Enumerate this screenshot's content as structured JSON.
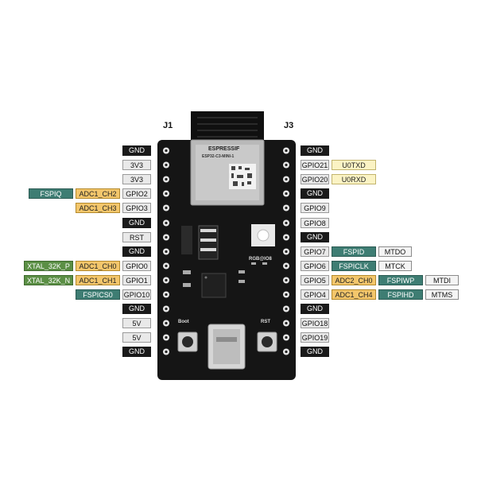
{
  "headers": {
    "left": "J1",
    "right": "J3"
  },
  "board": {
    "module_brand": "ESPRESSIF",
    "module_chip": "ESP32-C3-MINI-1",
    "rgb_label": "RGB@IO8",
    "boot_label": "Boot",
    "rst_label": "RST"
  },
  "pin_rows": [
    {
      "left": [
        [
          "GND",
          "gnd"
        ]
      ],
      "right": [
        [
          "GND",
          "gnd"
        ]
      ]
    },
    {
      "left": [
        [
          "3V3",
          "gpio"
        ]
      ],
      "right": [
        [
          "GPIO21",
          "gpio"
        ],
        [
          "U0TXD",
          "uart"
        ]
      ]
    },
    {
      "left": [
        [
          "3V3",
          "gpio"
        ]
      ],
      "right": [
        [
          "GPIO20",
          "gpio"
        ],
        [
          "U0RXD",
          "uart"
        ]
      ]
    },
    {
      "left": [
        [
          "FSPIQ",
          "fsp"
        ],
        [
          "ADC1_CH2",
          "adc"
        ],
        [
          "GPIO2",
          "gpio"
        ]
      ],
      "right": [
        [
          "GND",
          "gnd"
        ]
      ]
    },
    {
      "left": [
        [
          "ADC1_CH3",
          "adc"
        ],
        [
          "GPIO3",
          "gpio"
        ]
      ],
      "right": [
        [
          "GPIO9",
          "gpio"
        ]
      ]
    },
    {
      "left": [
        [
          "GND",
          "gnd"
        ]
      ],
      "right": [
        [
          "GPIO8",
          "gpio"
        ]
      ]
    },
    {
      "left": [
        [
          "RST",
          "gpio"
        ]
      ],
      "right": [
        [
          "GND",
          "gnd"
        ]
      ]
    },
    {
      "left": [
        [
          "GND",
          "gnd"
        ]
      ],
      "right": [
        [
          "GPIO7",
          "gpio"
        ],
        [
          "FSPID",
          "fsp"
        ],
        [
          "MTDO",
          "jtag"
        ]
      ]
    },
    {
      "left": [
        [
          "XTAL_32K_P",
          "xtal"
        ],
        [
          "ADC1_CH0",
          "adc"
        ],
        [
          "GPIO0",
          "gpio"
        ]
      ],
      "right": [
        [
          "GPIO6",
          "gpio"
        ],
        [
          "FSPICLK",
          "fsp"
        ],
        [
          "MTCK",
          "jtag"
        ]
      ]
    },
    {
      "left": [
        [
          "XTAL_32K_N",
          "xtal"
        ],
        [
          "ADC1_CH1",
          "adc"
        ],
        [
          "GPIO1",
          "gpio"
        ]
      ],
      "right": [
        [
          "GPIO5",
          "gpio"
        ],
        [
          "ADC2_CH0",
          "adc"
        ],
        [
          "FSPIWP",
          "fsp"
        ],
        [
          "MTDI",
          "jtag"
        ]
      ]
    },
    {
      "left": [
        [
          "FSPICS0",
          "fsp"
        ],
        [
          "GPIO10",
          "gpio"
        ]
      ],
      "right": [
        [
          "GPIO4",
          "gpio"
        ],
        [
          "ADC1_CH4",
          "adc"
        ],
        [
          "FSPIHD",
          "fsp"
        ],
        [
          "MTMS",
          "jtag"
        ]
      ]
    },
    {
      "left": [
        [
          "GND",
          "gnd"
        ]
      ],
      "right": [
        [
          "GND",
          "gnd"
        ]
      ]
    },
    {
      "left": [
        [
          "5V",
          "gpio"
        ]
      ],
      "right": [
        [
          "GPIO18",
          "gpio"
        ]
      ]
    },
    {
      "left": [
        [
          "5V",
          "gpio"
        ]
      ],
      "right": [
        [
          "GPIO19",
          "gpio"
        ]
      ]
    },
    {
      "left": [
        [
          "GND",
          "gnd"
        ]
      ],
      "right": [
        [
          "GND",
          "gnd"
        ]
      ]
    }
  ],
  "colors": {
    "pcb": "#151515",
    "gnd": "#1a1a1a",
    "gpio": "#e9e9e9",
    "adc": "#f3c66b",
    "fspi": "#3e7d73",
    "xtal": "#5b8f45",
    "uart": "#fbf3c4",
    "jtag": "#f4f4f4"
  }
}
